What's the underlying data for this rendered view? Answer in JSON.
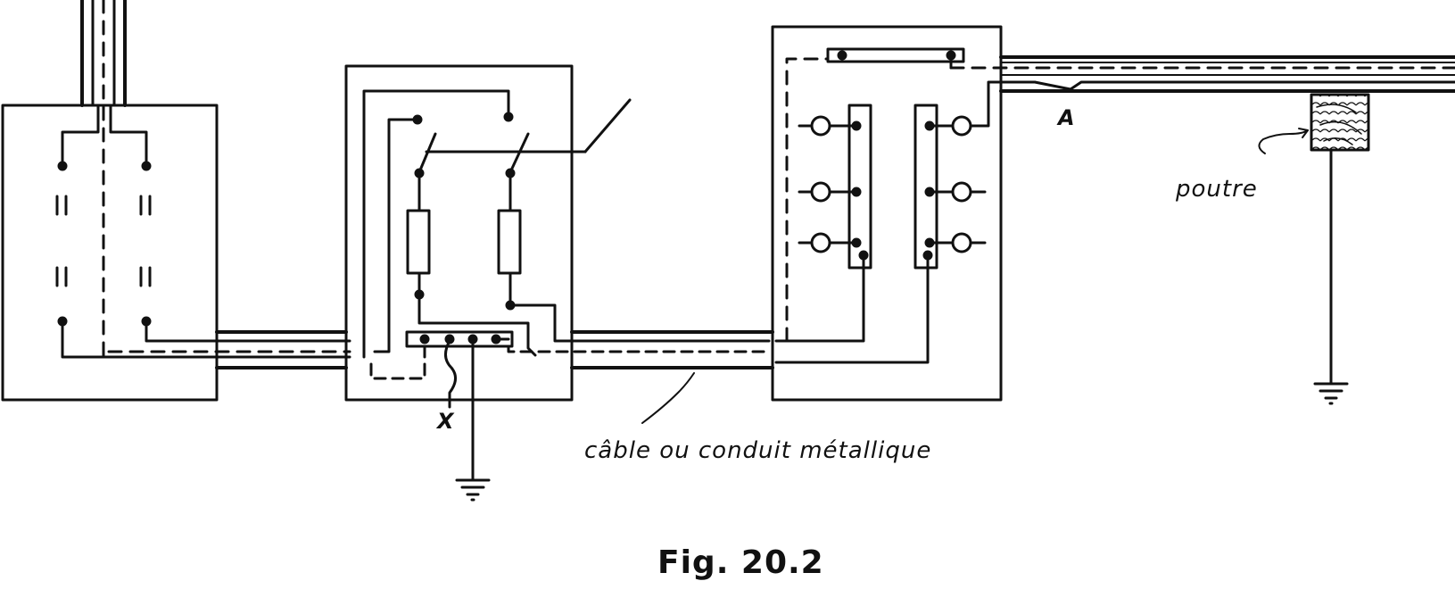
{
  "labels": {
    "cable": "câble ou conduit métallique",
    "poutre": "poutre",
    "point_a": "A",
    "point_x": "X",
    "caption": "Fig.  20.2"
  },
  "colors": {
    "ink": "#111111",
    "background": "#ffffff"
  }
}
